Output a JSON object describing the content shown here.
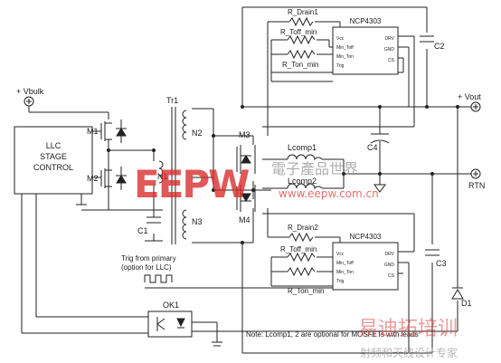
{
  "blocks": {
    "llc": [
      "LLC",
      "STAGE",
      "CONTROL"
    ],
    "ic_top": {
      "title": "NCP4303",
      "left_pins": [
        "Vcc",
        "Min_Toff",
        "Min_Ton",
        "Trig"
      ],
      "right_pins": [
        "DRV",
        "GND",
        "CS"
      ]
    },
    "ic_bot": {
      "title": "NCP4303",
      "left_pins": [
        "Vcc",
        "Min_Toff",
        "Min_Ton",
        "Trig"
      ],
      "right_pins": [
        "DRV",
        "GND",
        "CS"
      ]
    }
  },
  "labels": {
    "vbulk": "+ Vbulk",
    "vout": "+ Vout",
    "rtn": "RTN",
    "tr1": "Tr1",
    "m1": "M1",
    "m2": "M2",
    "m3": "M3",
    "m4": "M4",
    "n1": "N1",
    "n2": "N2",
    "n3": "N3",
    "c1": "C1",
    "c2": "C2",
    "c3": "C3",
    "c4": "C4",
    "d1": "D1",
    "ok1": "OK1",
    "lcomp1": "Lcomp1",
    "lcomp2": "Lcomp2",
    "r_drain1": "R_Drain1",
    "r_toff1": "R_Toff_min",
    "r_ton1": "R_Ton_min",
    "r_drain2": "R_Drain2",
    "r_toff2": "R_Toff_min",
    "r_ton2": "R_Ton_min",
    "trig_line1": "Trig from primary",
    "trig_line2": "(option for LLC)",
    "note": "Note: Lcomp1, 2 are optional for MOSFETs with leads"
  },
  "watermarks": {
    "logo": "EEPW",
    "cn1": "電子產品世界",
    "url": "www.eepw.com.cn",
    "cn2": "易迪拓培训",
    "cn3": "射频和天线设计专家"
  },
  "colors": {
    "wire": "#222222",
    "logo_red": "#d92a2a",
    "watermark_grey": "#9a9a9a",
    "watermark_red": "#e04a4a"
  }
}
